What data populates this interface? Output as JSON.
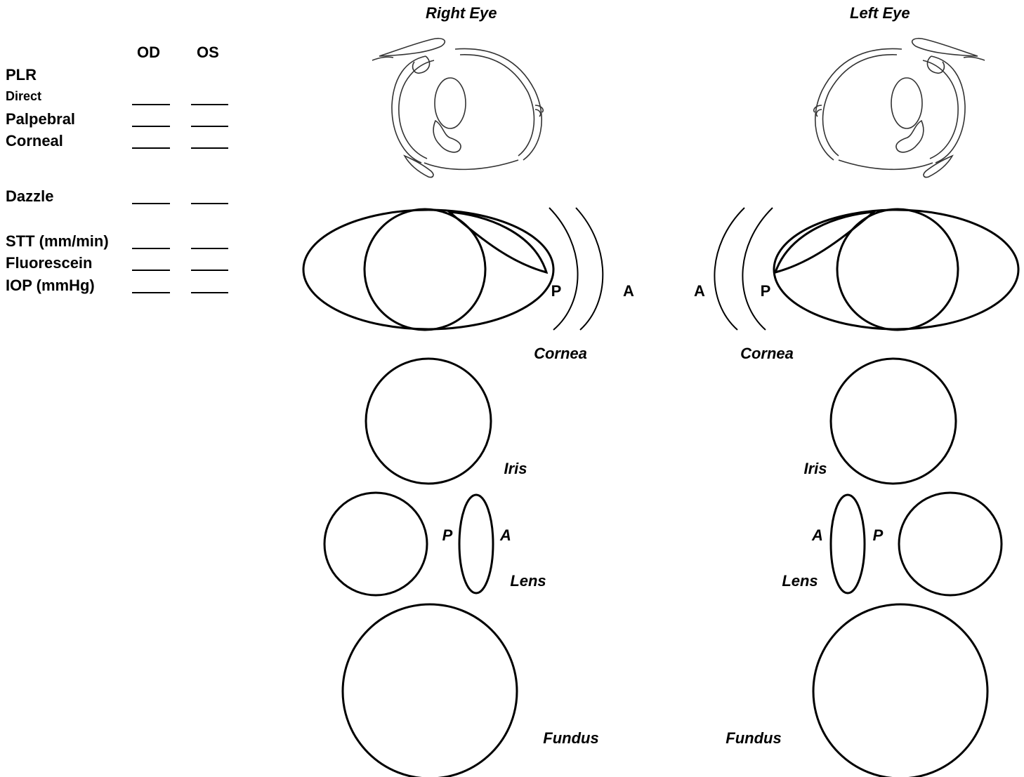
{
  "headers": {
    "right_eye": "Right Eye",
    "left_eye": "Left Eye"
  },
  "columns": {
    "od": "OD",
    "os": "OS"
  },
  "tests": {
    "plr": "PLR",
    "direct": "Direct",
    "palpebral": "Palpebral",
    "corneal": "Corneal",
    "dazzle": "Dazzle",
    "stt": "STT (mm/min)",
    "fluorescein": "Fluorescein",
    "iop": "IOP (mmHg)"
  },
  "cornea": {
    "posterior": "P",
    "anterior": "A",
    "label": "Cornea"
  },
  "iris": {
    "label": "Iris"
  },
  "lens": {
    "posterior": "P",
    "anterior": "A",
    "label": "Lens"
  },
  "fundus": {
    "label": "Fundus"
  }
}
